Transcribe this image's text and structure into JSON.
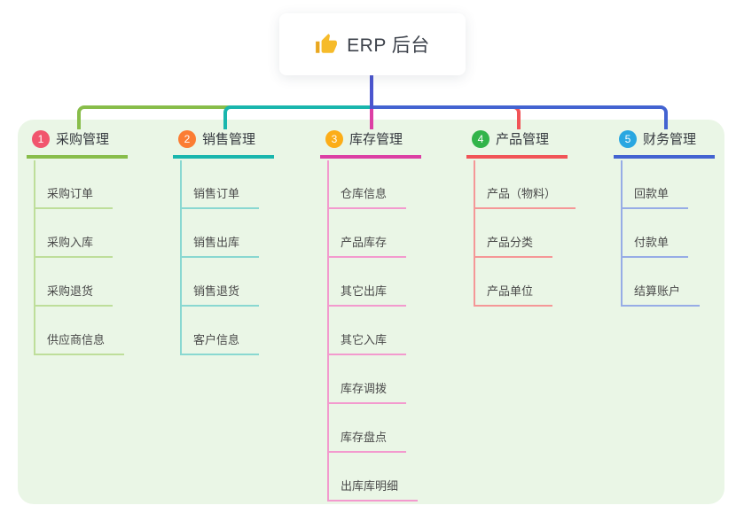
{
  "root": {
    "title": "ERP 后台",
    "icon": "thumbs-up-icon"
  },
  "colors": {
    "panel_bg": "#eaf6e6",
    "root_line": "#4b55cf",
    "root_text": "#3e434c",
    "thumb_yellow": "#f6bb2a"
  },
  "branches": [
    {
      "index": "1",
      "title": "采购管理",
      "badge_color": "#f1556d",
      "line_color": "#88bd4a",
      "pale_color": "#bede9a",
      "children": [
        "采购订单",
        "采购入库",
        "采购退货",
        "供应商信息"
      ]
    },
    {
      "index": "2",
      "title": "销售管理",
      "badge_color": "#fb7d33",
      "line_color": "#19b6ad",
      "pale_color": "#89d8d1",
      "children": [
        "销售订单",
        "销售出库",
        "销售退货",
        "客户信息"
      ]
    },
    {
      "index": "3",
      "title": "库存管理",
      "badge_color": "#fcad18",
      "line_color": "#dc3fa4",
      "pale_color": "#f39ace",
      "children": [
        "仓库信息",
        "产品库存",
        "其它出库",
        "其它入库",
        "库存调拨",
        "库存盘点",
        "出库库明细"
      ]
    },
    {
      "index": "4",
      "title": "产品管理",
      "badge_color": "#32b44a",
      "line_color": "#f15457",
      "pale_color": "#f59797",
      "children": [
        "产品（物料）",
        "产品分类",
        "产品单位"
      ]
    },
    {
      "index": "5",
      "title": "财务管理",
      "badge_color": "#29a7e1",
      "line_color": "#4363d1",
      "pale_color": "#97ace6",
      "children": [
        "回款单",
        "付款单",
        "结算账户"
      ]
    }
  ]
}
